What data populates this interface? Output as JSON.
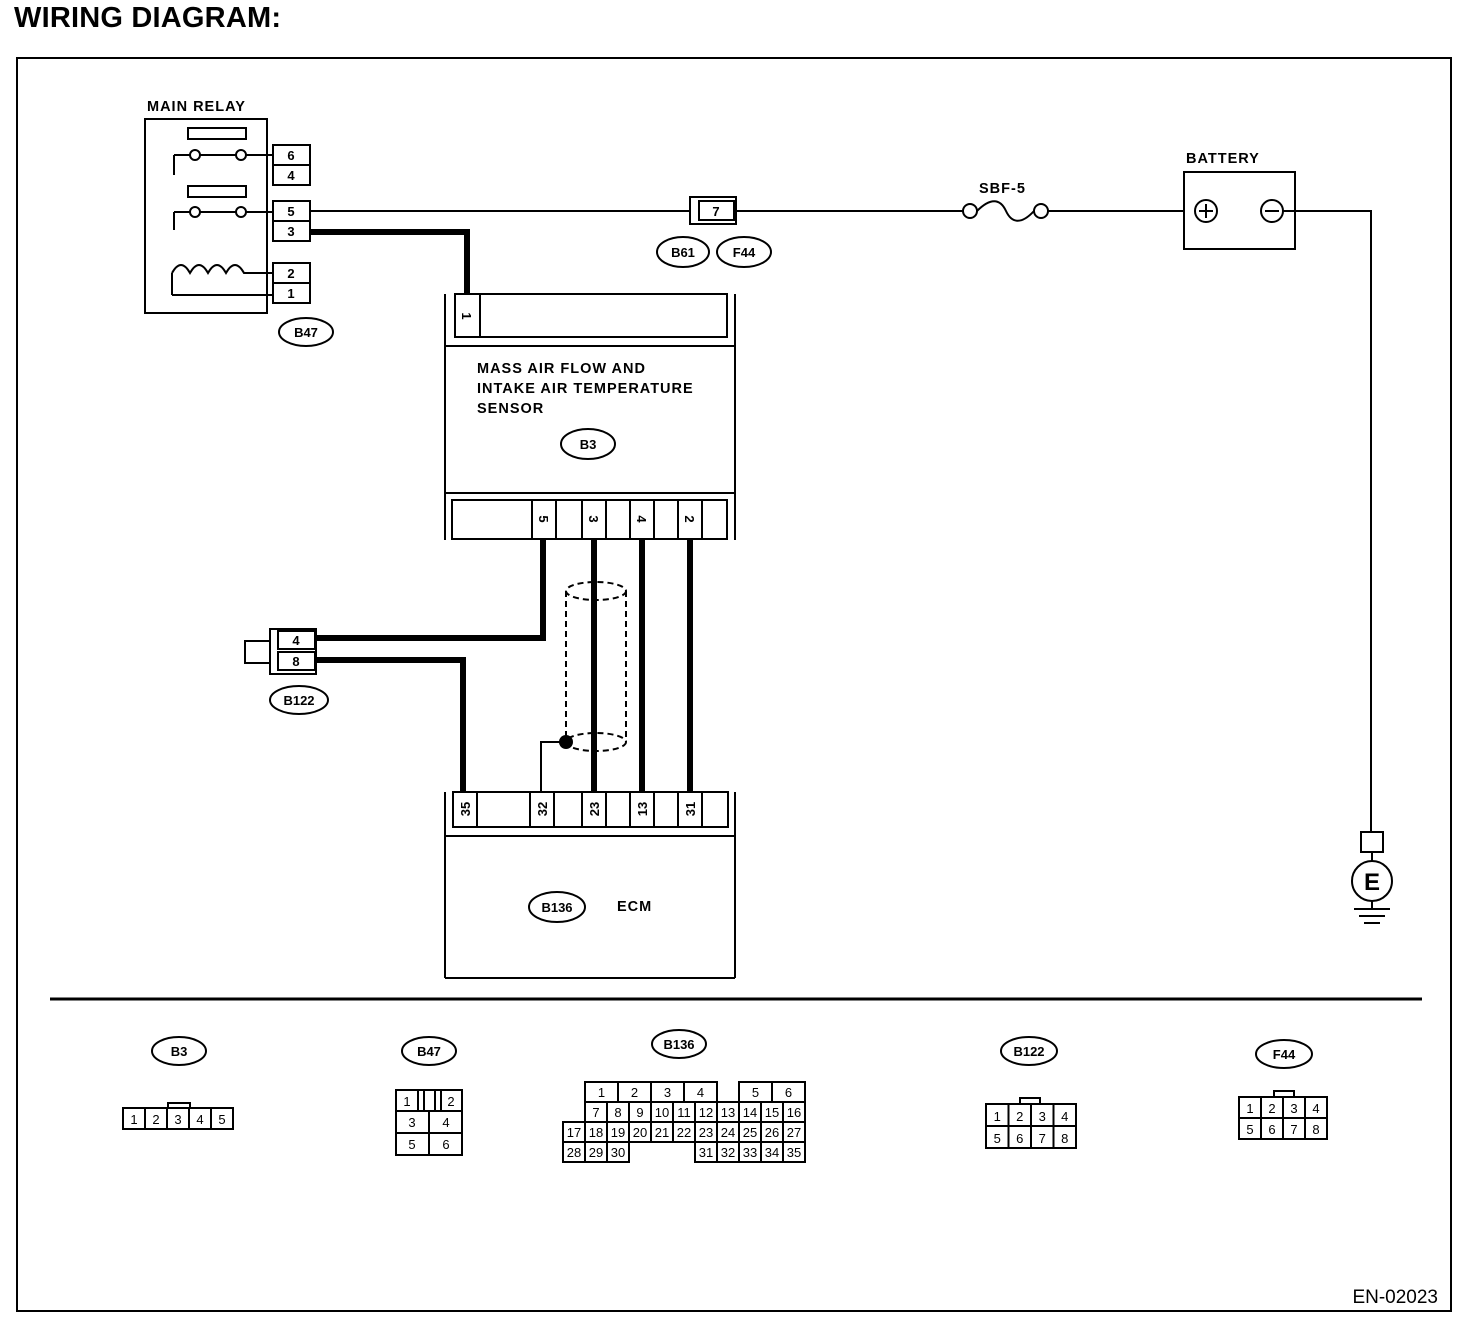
{
  "title": "WIRING DIAGRAM:",
  "footer_code": "EN-02023",
  "components": {
    "main_relay": {
      "label": "MAIN RELAY",
      "connector": "B47",
      "pins": [
        "6",
        "4",
        "5",
        "3",
        "2",
        "1"
      ]
    },
    "battery": {
      "label": "BATTERY"
    },
    "fuse": {
      "label": "SBF-5"
    },
    "joint": {
      "pin": "7",
      "connectors": [
        "B61",
        "F44"
      ]
    },
    "maf_sensor": {
      "label_lines": [
        "MASS AIR FLOW AND",
        "INTAKE AIR TEMPERATURE",
        "SENSOR"
      ],
      "connector": "B3",
      "top_pin": "1",
      "bottom_pins": [
        "5",
        "3",
        "4",
        "2"
      ]
    },
    "b122": {
      "connector": "B122",
      "pins": [
        "4",
        "8"
      ]
    },
    "ecm": {
      "label": "ECM",
      "connector": "B136",
      "pins": [
        "35",
        "32",
        "23",
        "13",
        "31"
      ]
    },
    "ground": {
      "label": "E"
    }
  },
  "connector_views": {
    "b3": {
      "name": "B3",
      "rows": [
        [
          "1",
          "2",
          "3",
          "4",
          "5"
        ]
      ]
    },
    "b47": {
      "name": "B47",
      "rows": [
        [
          "1",
          "2"
        ],
        [
          "3",
          "4"
        ],
        [
          "5",
          "6"
        ]
      ]
    },
    "b136": {
      "name": "B136",
      "rows": [
        [
          "1",
          "2",
          "3",
          "4",
          "5",
          "6"
        ],
        [
          "7",
          "8",
          "9",
          "10",
          "11",
          "12",
          "13",
          "14",
          "15",
          "16"
        ],
        [
          "17",
          "18",
          "19",
          "20",
          "21",
          "22",
          "23",
          "24",
          "25",
          "26",
          "27"
        ],
        [
          "28",
          "29",
          "30",
          "31",
          "32",
          "33",
          "34",
          "35"
        ]
      ]
    },
    "b122": {
      "name": "B122",
      "rows": [
        [
          "1",
          "2",
          "3",
          "4"
        ],
        [
          "5",
          "6",
          "7",
          "8"
        ]
      ]
    },
    "f44": {
      "name": "F44",
      "rows": [
        [
          "1",
          "2",
          "3",
          "4"
        ],
        [
          "5",
          "6",
          "7",
          "8"
        ]
      ]
    }
  }
}
